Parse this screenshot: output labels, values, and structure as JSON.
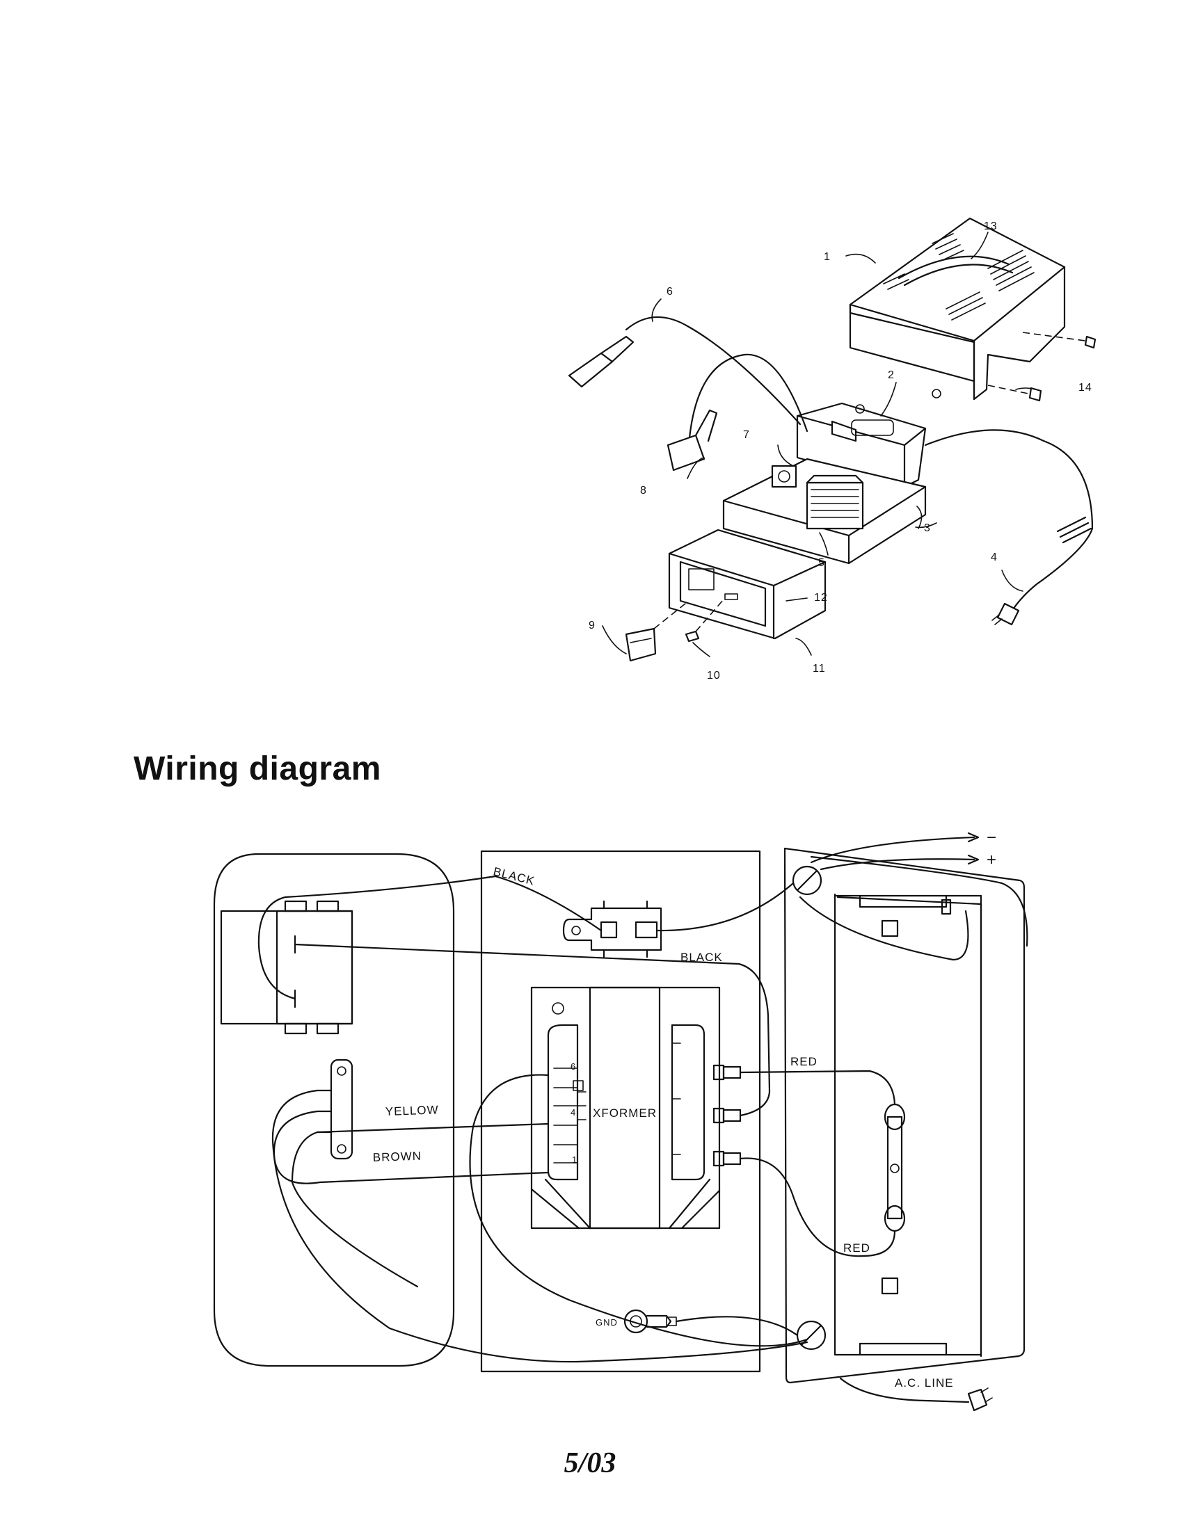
{
  "exploded_view": {
    "callouts": [
      "1",
      "2",
      "3",
      "4",
      "5",
      "6",
      "7",
      "8",
      "9",
      "10",
      "11",
      "12",
      "13",
      "14"
    ]
  },
  "wiring": {
    "heading": "Wiring diagram",
    "labels": {
      "black_top": "BLACK",
      "black_mid": "BLACK",
      "red_top": "RED",
      "red_bottom": "RED",
      "yellow": "YELLOW",
      "brown": "BROWN",
      "xformer": "XFORMER",
      "gnd": "GND",
      "ac_line": "A.C. LINE",
      "minus": "−",
      "plus": "+",
      "tap_6": "6",
      "tap_4": "4",
      "tap_1": "1"
    }
  },
  "footer": {
    "date_code": "5/03"
  }
}
